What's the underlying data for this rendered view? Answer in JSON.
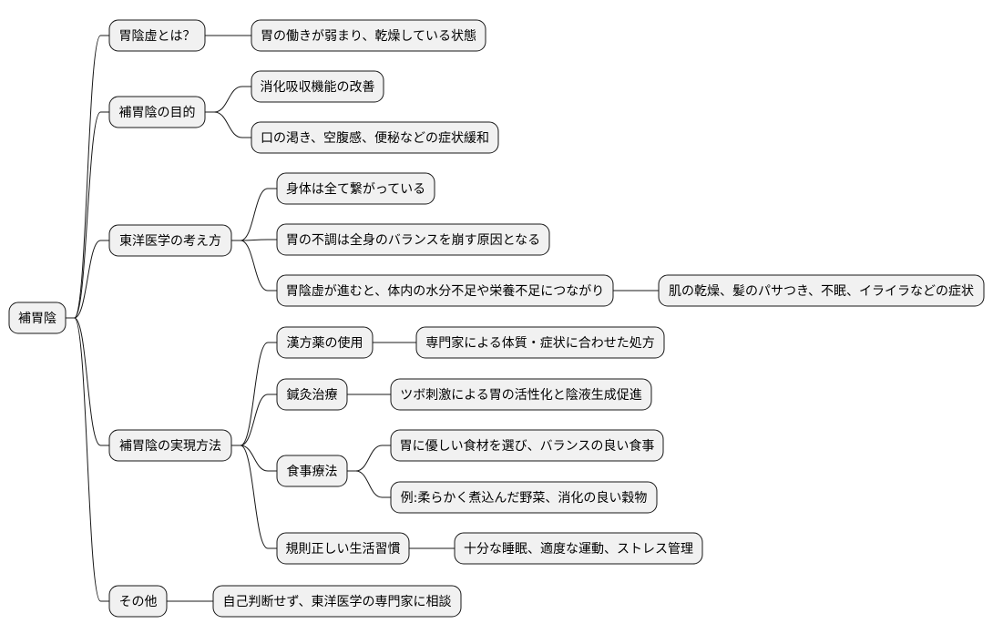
{
  "colors": {
    "node_fill": "#f1f1f1",
    "node_stroke": "#181818",
    "connector": "#181818",
    "background": "#ffffff"
  },
  "root": {
    "label": "補胃陰"
  },
  "branches": [
    {
      "label": "胃陰虚とは？",
      "children": [
        {
          "label": "胃の働きが弱まり、乾燥している状態"
        }
      ]
    },
    {
      "label": "補胃陰の目的",
      "children": [
        {
          "label": "消化吸収機能の改善"
        },
        {
          "label": "口の渇き、空腹感、便秘などの症状緩和"
        }
      ]
    },
    {
      "label": "東洋医学の考え方",
      "children": [
        {
          "label": "身体は全て繋がっている"
        },
        {
          "label": "胃の不調は全身のバランスを崩す原因となる"
        },
        {
          "label": "胃陰虚が進むと、体内の水分不足や栄養不足につながり",
          "children": [
            {
              "label": "肌の乾燥、髪のパサつき、不眠、イライラなどの症状"
            }
          ]
        }
      ]
    },
    {
      "label": "補胃陰の実現方法",
      "children": [
        {
          "label": "漢方薬の使用",
          "children": [
            {
              "label": "専門家による体質・症状に合わせた処方"
            }
          ]
        },
        {
          "label": "鍼灸治療",
          "children": [
            {
              "label": "ツボ刺激による胃の活性化と陰液生成促進"
            }
          ]
        },
        {
          "label": "食事療法",
          "children": [
            {
              "label": "胃に優しい食材を選び、バランスの良い食事"
            },
            {
              "label": "例:柔らかく煮込んだ野菜、消化の良い穀物"
            }
          ]
        },
        {
          "label": "規則正しい生活習慣",
          "children": [
            {
              "label": "十分な睡眠、適度な運動、ストレス管理"
            }
          ]
        }
      ]
    },
    {
      "label": "その他",
      "children": [
        {
          "label": "自己判断せず、東洋医学の専門家に相談"
        }
      ]
    }
  ]
}
